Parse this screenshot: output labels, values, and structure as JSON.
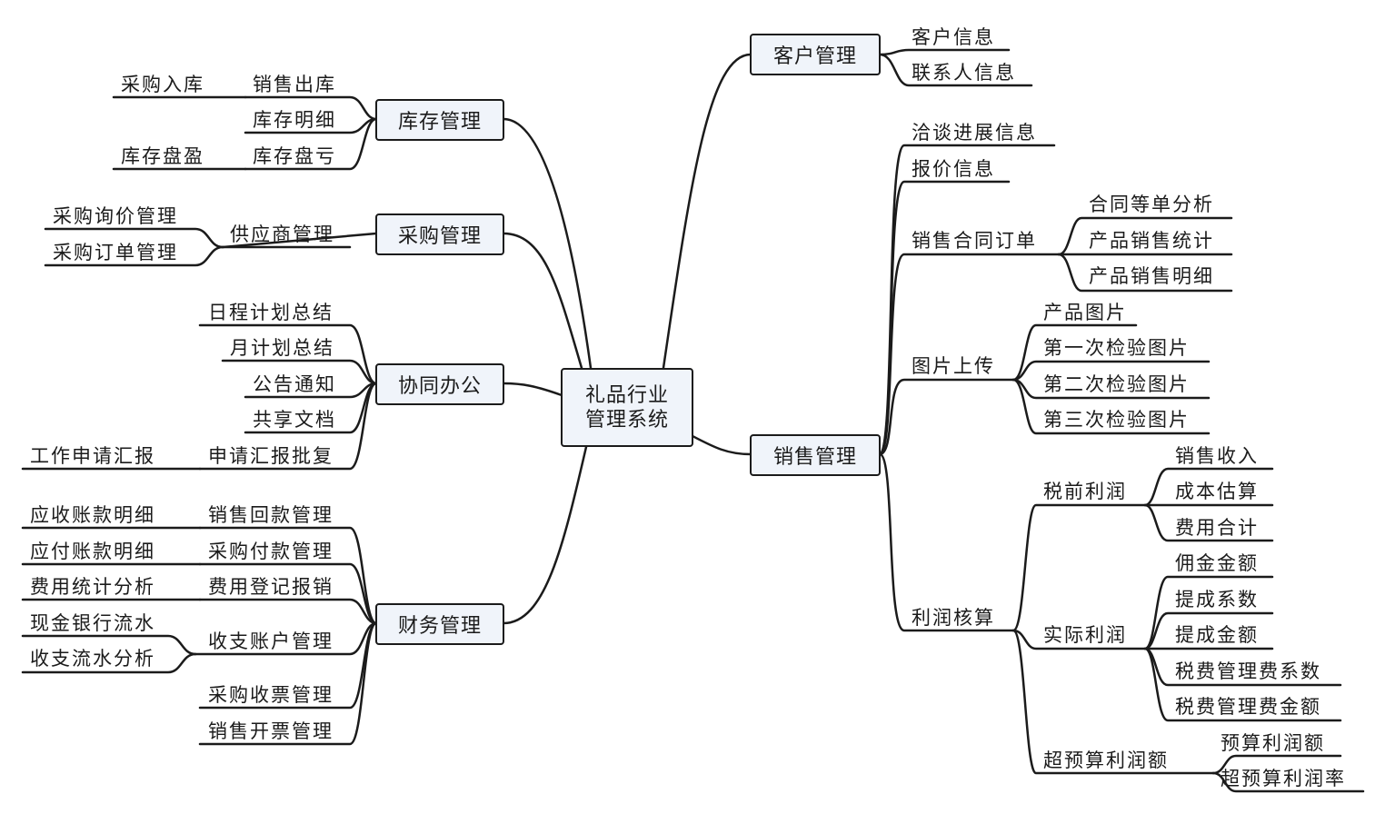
{
  "root": {
    "line1": "礼品行业",
    "line2": "管理系统"
  },
  "branches": {
    "inventory": {
      "label": "库存管理",
      "items": [
        "销售出库",
        "库存明细",
        "库存盘亏"
      ],
      "sub": [
        "采购入库",
        "库存盘盈"
      ]
    },
    "purchase": {
      "label": "采购管理",
      "items": [
        "供应商管理"
      ],
      "sub": [
        "采购询价管理",
        "采购订单管理"
      ]
    },
    "office": {
      "label": "协同办公",
      "items": [
        "日程计划总结",
        "月计划总结",
        "公告通知",
        "共享文档",
        "申请汇报批复"
      ],
      "sub": [
        "工作申请汇报"
      ]
    },
    "finance": {
      "label": "财务管理",
      "items": [
        "销售回款管理",
        "采购付款管理",
        "费用登记报销",
        "收支账户管理",
        "采购收票管理",
        "销售开票管理"
      ],
      "sub": [
        "应收账款明细",
        "应付账款明细",
        "费用统计分析",
        "现金银行流水",
        "收支流水分析"
      ]
    },
    "customer": {
      "label": "客户管理",
      "items": [
        "客户信息",
        "联系人信息"
      ]
    },
    "sales": {
      "label": "销售管理",
      "items": [
        "洽谈进展信息",
        "报价信息",
        "销售合同订单",
        "图片上传",
        "利润核算"
      ],
      "contract": [
        "合同等单分析",
        "产品销售统计",
        "产品销售明细"
      ],
      "pictures": [
        "产品图片",
        "第一次检验图片",
        "第二次检验图片",
        "第三次检验图片"
      ],
      "profit": [
        "税前利润",
        "实际利润",
        "超预算利润额"
      ],
      "pretax": [
        "销售收入",
        "成本估算",
        "费用合计"
      ],
      "actual": [
        "佣金金额",
        "提成系数",
        "提成金额",
        "税费管理费系数",
        "税费管理费金额"
      ],
      "overbudget": [
        "预算利润额",
        "超预算利润率"
      ]
    }
  }
}
